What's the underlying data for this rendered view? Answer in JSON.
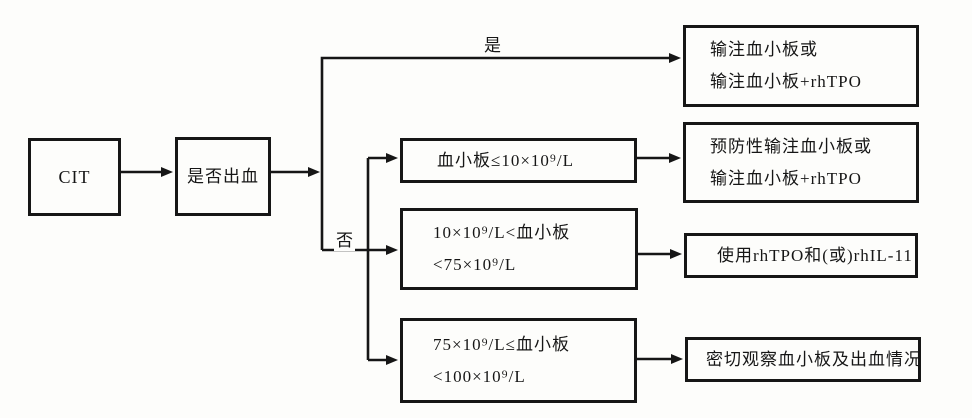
{
  "flowchart": {
    "start": {
      "label": "CIT"
    },
    "decision": {
      "label": "是否出血"
    },
    "branch_labels": {
      "yes": "是",
      "no": "否"
    },
    "yes_branch": {
      "outcome_lines": [
        "输注血小板或",
        "输注血小板+rhTPO"
      ]
    },
    "no_branches": [
      {
        "condition_lines": [
          "血小板≤10×10⁹/L"
        ],
        "outcome_lines": [
          "预防性输注血小板或",
          "输注血小板+rhTPO"
        ]
      },
      {
        "condition_lines": [
          "10×10⁹/L<血小板",
          "<75×10⁹/L"
        ],
        "outcome_lines": [
          "使用rhTPO和(或)rhIL-11"
        ]
      },
      {
        "condition_lines": [
          "75×10⁹/L≤血小板",
          "<100×10⁹/L"
        ],
        "outcome_lines": [
          "密切观察血小板及出血情况"
        ]
      }
    ],
    "colors": {
      "line": "#161616",
      "background": "#fdfdfb",
      "text": "#161616"
    }
  }
}
